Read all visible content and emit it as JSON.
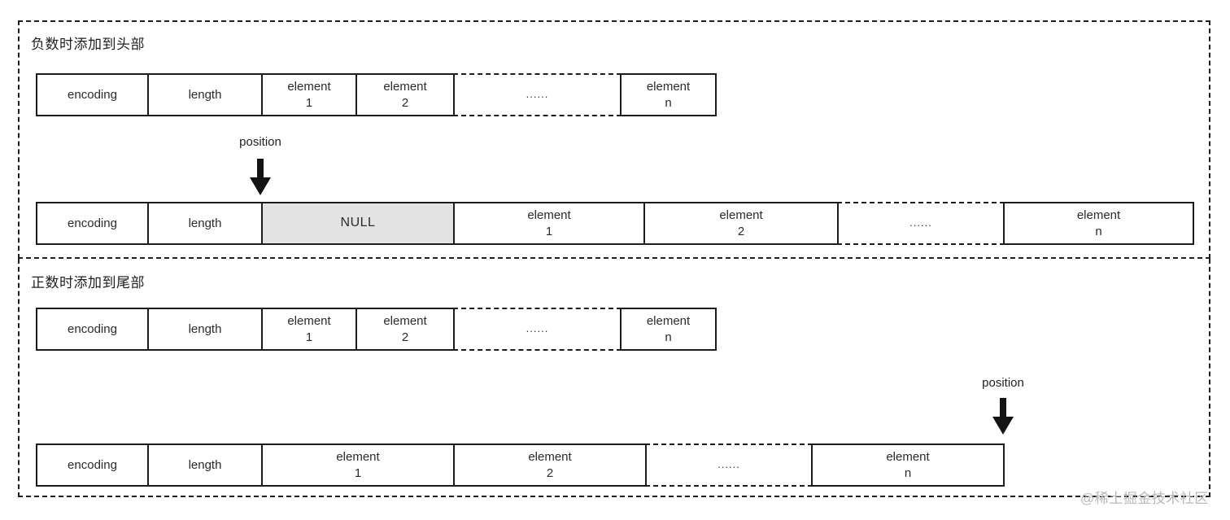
{
  "page": {
    "watermark": "@稀土掘金技术社区"
  },
  "sections": [
    {
      "title": "负数时添加到头部",
      "position_label": "position",
      "rows": [
        {
          "cells": [
            {
              "label": "encoding"
            },
            {
              "label": "length"
            },
            {
              "label": "element\n1"
            },
            {
              "label": "element\n2"
            },
            {
              "label": "......"
            },
            {
              "label": "element\nn"
            }
          ]
        },
        {
          "cells": [
            {
              "label": "encoding"
            },
            {
              "label": "length"
            },
            {
              "label": "NULL"
            },
            {
              "label": "element\n1"
            },
            {
              "label": "element\n2"
            },
            {
              "label": "......"
            },
            {
              "label": "element\nn"
            }
          ]
        }
      ]
    },
    {
      "title": "正数时添加到尾部",
      "position_label": "position",
      "rows": [
        {
          "cells": [
            {
              "label": "encoding"
            },
            {
              "label": "length"
            },
            {
              "label": "element\n1"
            },
            {
              "label": "element\n2"
            },
            {
              "label": "......"
            },
            {
              "label": "element\nn"
            }
          ]
        },
        {
          "cells": [
            {
              "label": "encoding"
            },
            {
              "label": "length"
            },
            {
              "label": "element\n1"
            },
            {
              "label": "element\n2"
            },
            {
              "label": "......"
            },
            {
              "label": "element\nn"
            }
          ]
        }
      ]
    }
  ]
}
